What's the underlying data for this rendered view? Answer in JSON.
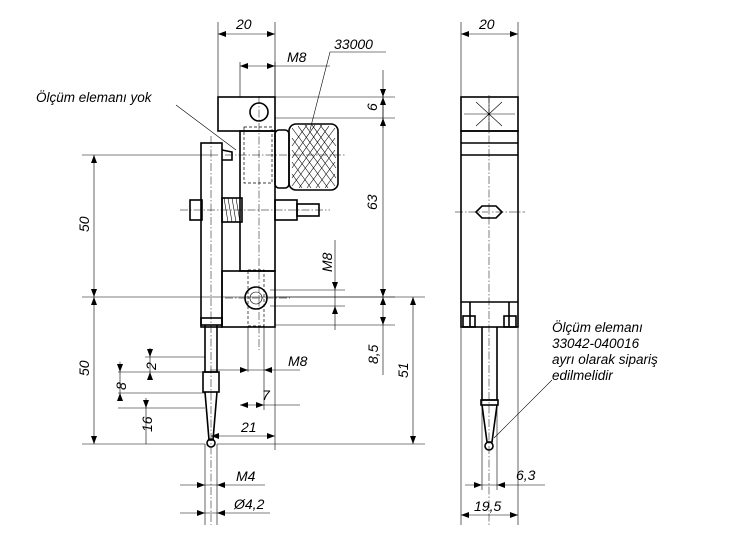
{
  "drawing": {
    "label_olcum_yok": "Ölçüm elemanı yok",
    "part_no": "33000",
    "note": [
      "Ölçüm elemanı",
      "33042-040016",
      "ayrı olarak sipariş",
      "edilmelidir"
    ],
    "dims": {
      "width_top_left": "20",
      "m8_top": "M8",
      "d6": "6",
      "d63": "63",
      "d50_upper": "50",
      "d50_lower": "50",
      "m8_vertical": "M8",
      "d8_5": "8,5",
      "d51": "51",
      "d2": "2",
      "d8": "8",
      "d16": "16",
      "m8_lower": "M8",
      "d7": "7",
      "d21": "21",
      "m4": "M4",
      "dia4_2": "Ø4,2",
      "width_top_right": "20",
      "d6_3": "6,3",
      "d19_5": "19,5"
    }
  }
}
